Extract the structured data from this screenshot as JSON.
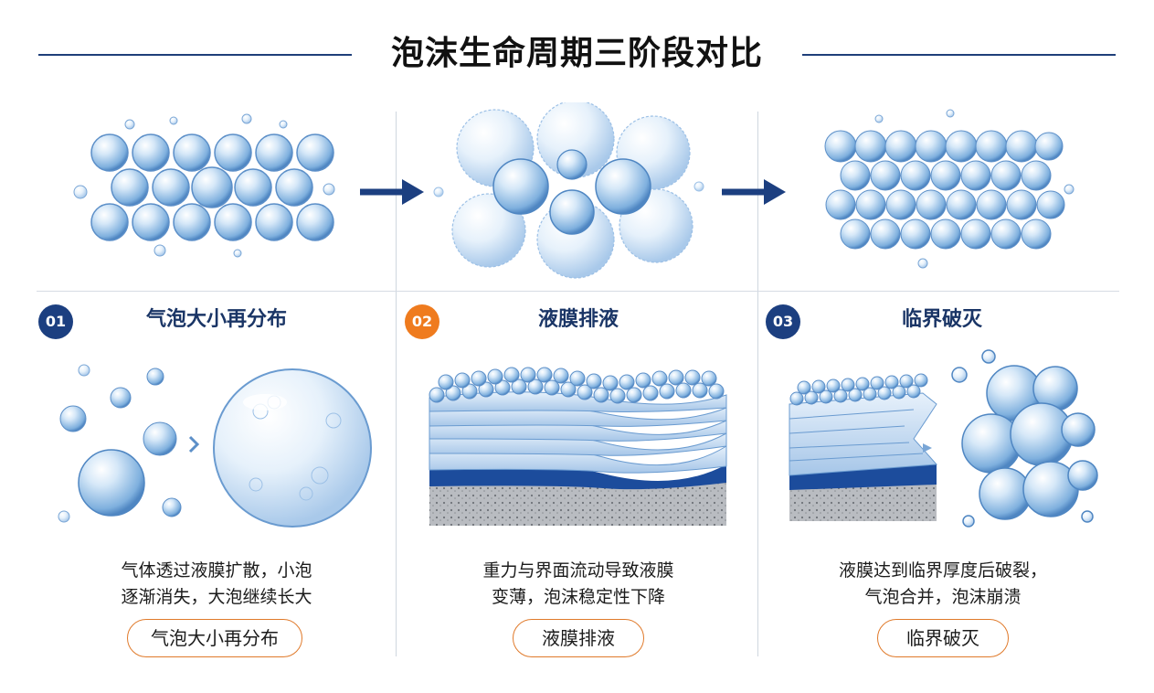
{
  "header": {
    "title": "泡沫生命周期三阶段对比"
  },
  "colors": {
    "navy": "#1c3f80",
    "orange": "#ef7b1e",
    "bubble": "#8fb8e2",
    "line": "#1f3f7a"
  },
  "stages": [
    {
      "num": "01",
      "title": "气泡大小再分布",
      "desc_line1": "气体透过液膜扩散，小泡",
      "desc_line2": "逐渐消失，大泡继续长大",
      "tag": "气泡大小再分布",
      "badge_color": "#1c3f80"
    },
    {
      "num": "02",
      "title": "液膜排液",
      "desc_line1": "重力与界面流动导致液膜",
      "desc_line2": "变薄，泡沫稳定性下降",
      "tag": "液膜排液",
      "badge_color": "#ef7b1e"
    },
    {
      "num": "03",
      "title": "临界破灭",
      "desc_line1": "液膜达到临界厚度后破裂，",
      "desc_line2": "气泡合并，泡沫崩溃",
      "tag": "临界破灭",
      "badge_color": "#1c3f80"
    }
  ]
}
